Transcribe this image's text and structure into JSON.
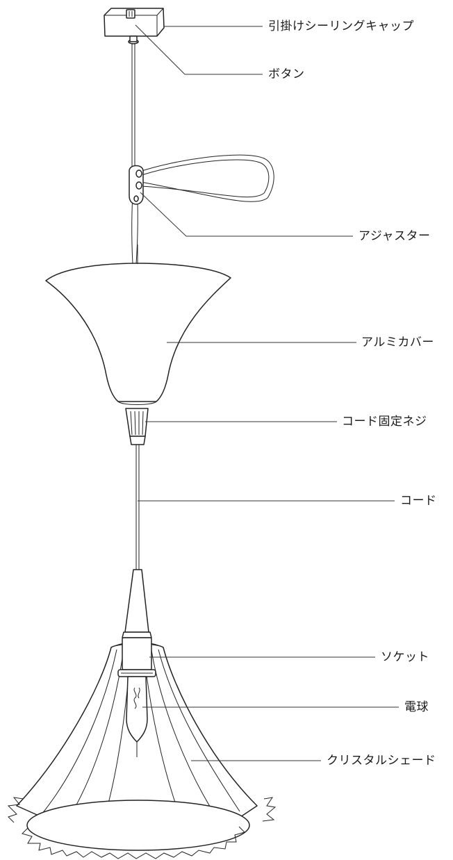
{
  "labels": {
    "ceiling_cap": "引掛けシーリングキャップ",
    "button": "ボタン",
    "adjuster": "アジャスター",
    "aluminum_cover": "アルミカバー",
    "cord_screw": "コード固定ネジ",
    "cord": "コード",
    "socket": "ソケット",
    "bulb": "電球",
    "crystal_shade": "クリスタルシェード"
  }
}
